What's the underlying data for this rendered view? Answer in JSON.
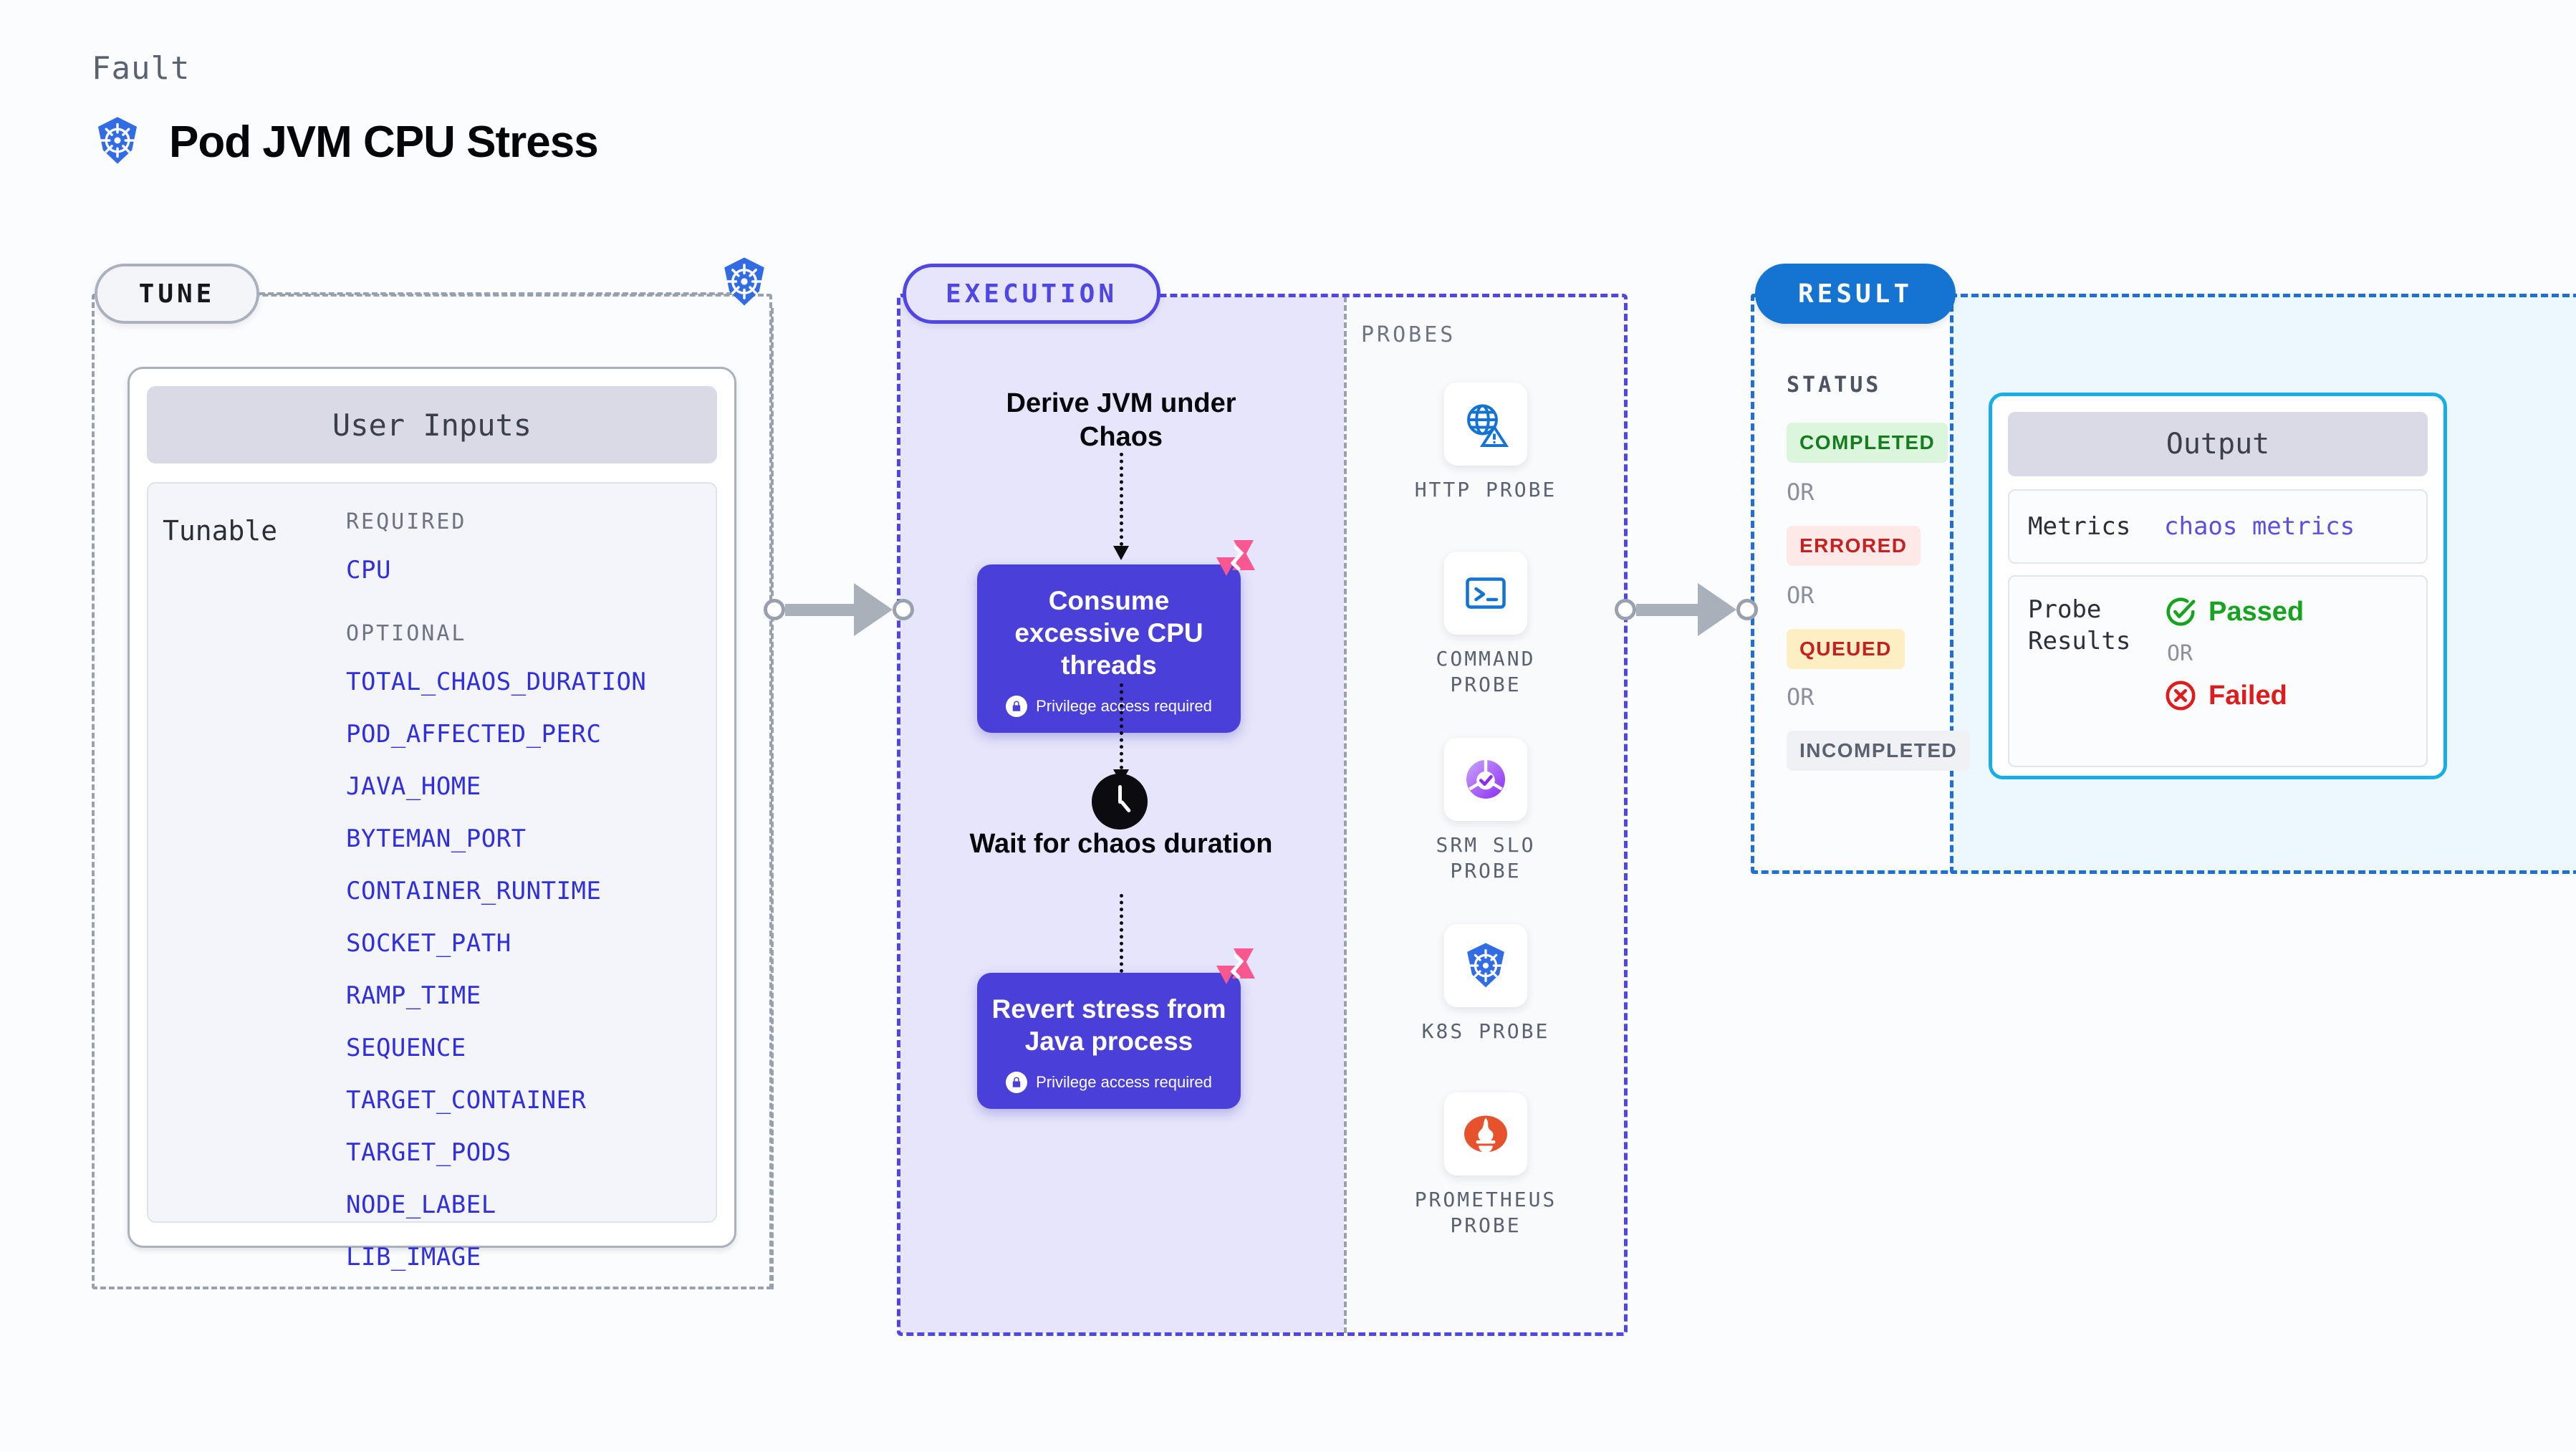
{
  "header": {
    "eyebrow": "Fault",
    "title": "Pod JVM CPU Stress",
    "icon": "kubernetes-icon"
  },
  "stages": {
    "tune_badge": "TUNE",
    "execution_badge": "EXECUTION",
    "result_badge": "RESULT"
  },
  "tune": {
    "card_title": "User Inputs",
    "tunable_label": "Tunable",
    "required_label": "REQUIRED",
    "optional_label": "OPTIONAL",
    "required": [
      "CPU"
    ],
    "optional": [
      "TOTAL_CHAOS_DURATION",
      "POD_AFFECTED_PERC",
      "JAVA_HOME",
      "BYTEMAN_PORT",
      "CONTAINER_RUNTIME",
      "SOCKET_PATH",
      "RAMP_TIME",
      "SEQUENCE",
      "TARGET_CONTAINER",
      "TARGET_PODS",
      "NODE_LABEL",
      "LIB_IMAGE"
    ]
  },
  "execution": {
    "steps": [
      {
        "type": "title",
        "label": "Derive JVM under Chaos"
      },
      {
        "type": "action",
        "label": "Consume excessive CPU threads",
        "privilege": "Privilege access required",
        "badge": "litmus-logo-icon"
      },
      {
        "type": "title",
        "label": "Wait for chaos duration",
        "icon": "clock-icon"
      },
      {
        "type": "action",
        "label": "Revert stress from Java process",
        "privilege": "Privilege access required",
        "badge": "litmus-logo-icon"
      }
    ]
  },
  "probes": {
    "section_label": "PROBES",
    "items": [
      {
        "name": "HTTP PROBE",
        "icon": "globe-warning-icon"
      },
      {
        "name": "COMMAND PROBE",
        "icon": "terminal-icon"
      },
      {
        "name": "SRM SLO PROBE",
        "icon": "srm-slo-icon"
      },
      {
        "name": "K8S PROBE",
        "icon": "kubernetes-icon"
      },
      {
        "name": "PROMETHEUS PROBE",
        "icon": "prometheus-icon"
      }
    ]
  },
  "result": {
    "status_label": "STATUS",
    "or_label": "OR",
    "statuses": [
      {
        "label": "COMPLETED",
        "color": "#177c1d"
      },
      {
        "label": "ERRORED",
        "color": "#c62020"
      },
      {
        "label": "QUEUED",
        "color": "#c62020"
      },
      {
        "label": "INCOMPLETED",
        "color": "#5a6272"
      }
    ]
  },
  "output": {
    "card_title": "Output",
    "metrics_key": "Metrics",
    "metrics_value": "chaos metrics",
    "probe_results_key": "Probe Results",
    "passed_label": "Passed",
    "failed_label": "Failed",
    "or_label": "OR"
  },
  "colors": {
    "accent_indigo": "#4a3fd8",
    "accent_blue": "#1574d1",
    "accent_cyan": "#17aee8",
    "litmus_pink": "#f8588f",
    "k8s_blue": "#326ce5",
    "prometheus_orange": "#e6522c",
    "param_link": "#2f2fe0"
  }
}
